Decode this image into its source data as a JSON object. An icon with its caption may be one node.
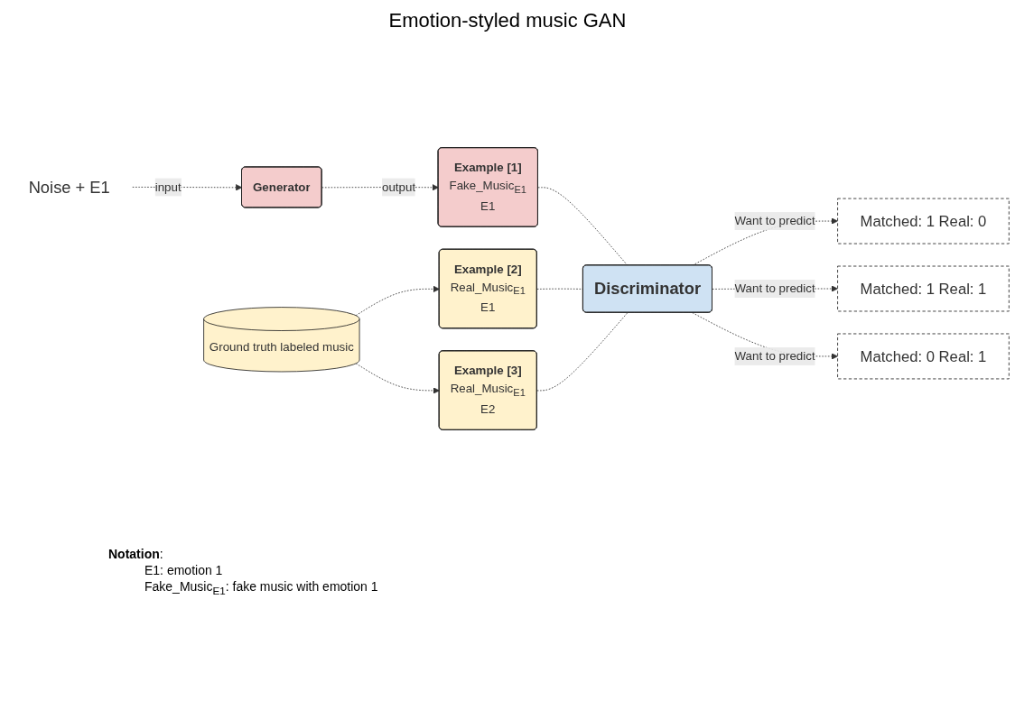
{
  "diagram": {
    "title": "Emotion-styled music GAN",
    "nodes": [
      {
        "text": [
          "Noise + E1"
        ]
      },
      {
        "text": [
          "Generator"
        ]
      },
      {
        "text": [
          "Example [1]",
          "Fake_Music$_{E1}$",
          "E1"
        ]
      },
      {
        "text": [
          "Discriminator"
        ]
      },
      {
        "text": [
          "Matched: 1 Real: 0"
        ]
      },
      {
        "text": [
          "Matched: 1 Real: 1"
        ]
      },
      {
        "text": [
          "Matched: 0 Real: 1"
        ]
      },
      {
        "text": [
          "Example [2]",
          "Real_Music$_{E1}$",
          "E1"
        ]
      },
      {
        "text": [
          "Example [3]",
          "Real_Music$_{E1}$",
          "E2"
        ]
      },
      {
        "text": [
          "Ground truth labeled music"
        ]
      }
    ],
    "edges": [
      {
        "from": 0,
        "to": 1,
        "arrow": "to",
        "label": "input",
        "style": "dashed"
      },
      {
        "from": 1,
        "to": 2,
        "arrow": "to",
        "label": "output",
        "style": "dashed"
      },
      {
        "from": 2,
        "to": 3,
        "arrow": "none",
        "style": "dashed"
      },
      {
        "from": 3,
        "to": 4,
        "arrow": "to",
        "label": "Want to predict",
        "style": "dashed"
      },
      {
        "from": 3,
        "to": 5,
        "arrow": "to",
        "label": "Want to predict",
        "style": "dashed"
      },
      {
        "from": 3,
        "to": 6,
        "arrow": "to",
        "label": "Want to predict",
        "style": "dashed"
      },
      {
        "from": 7,
        "to": 3,
        "arrow": "none",
        "style": "dashed"
      },
      {
        "from": 8,
        "to": 3,
        "arrow": "none",
        "style": "dashed"
      },
      {
        "from": 9,
        "to": 7,
        "arrow": "to",
        "style": "dashed"
      },
      {
        "from": 9,
        "to": 8,
        "arrow": "to",
        "style": "dashed"
      }
    ],
    "labels": [
      "**Notation**:",
      "E1: emotion 1",
      "Fake_Music$_{E1}$: fake music with emotion 1"
    ]
  }
}
